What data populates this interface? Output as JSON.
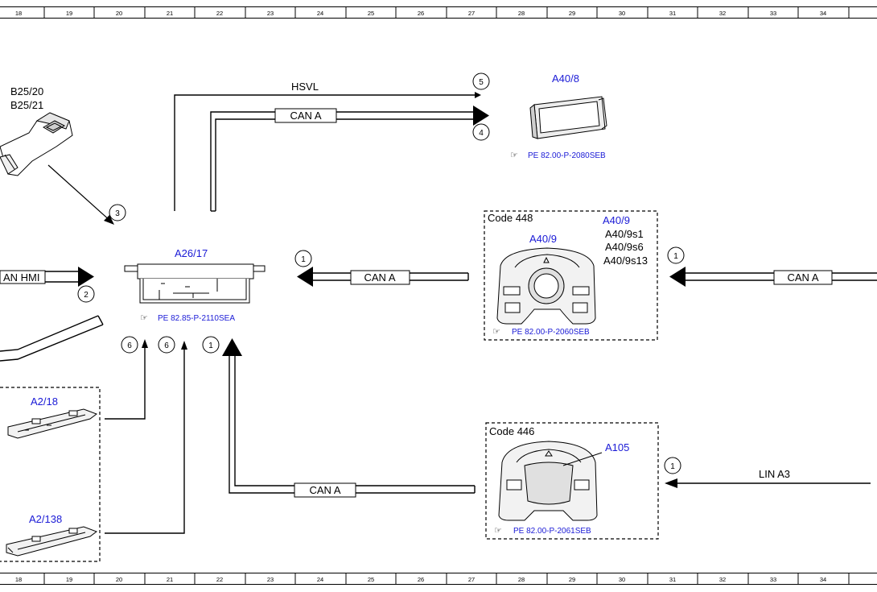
{
  "ruler": {
    "top": [
      "18",
      "19",
      "20",
      "21",
      "22",
      "23",
      "24",
      "25",
      "26",
      "27",
      "28",
      "29",
      "30",
      "31",
      "32",
      "33",
      "34"
    ],
    "bottom": [
      "18",
      "19",
      "20",
      "21",
      "22",
      "23",
      "24",
      "25",
      "26",
      "27",
      "28",
      "29",
      "30",
      "31",
      "32",
      "33",
      "34"
    ]
  },
  "components": {
    "b25": {
      "line1": "B25/20",
      "line2": "B25/21"
    },
    "a40_8": {
      "id": "A40/8",
      "ref": "PE 82.00-P-2080SEB"
    },
    "a26_17": {
      "id": "A26/17",
      "ref": "PE 82.85-P-2110SEA"
    },
    "code448": {
      "code": "Code 448",
      "group": "A40/9",
      "item1": "A40/9s1",
      "item2": "A40/9s6",
      "item3": "A40/9s13",
      "device": "A40/9",
      "ref": "PE 82.00-P-2060SEB"
    },
    "code446": {
      "code": "Code 446",
      "device": "A105",
      "ref": "PE 82.00-P-2061SEB"
    },
    "a2_18": {
      "id": "A2/18"
    },
    "a2_138": {
      "id": "A2/138"
    }
  },
  "connections": {
    "hsvl": "HSVL",
    "can_a_top": "CAN A",
    "can_a_mid": "CAN A",
    "can_a_right": "CAN A",
    "can_a_bottom": "CAN A",
    "can_hmi": "AN HMI",
    "lin_a3": "LIN A3"
  },
  "markers": {
    "m5": "5",
    "m4": "4",
    "m3": "3",
    "m2": "2",
    "m1_mid": "1",
    "m1_right": "1",
    "m6a": "6",
    "m6b": "6",
    "m1_low": "1",
    "m1_lin": "1"
  },
  "colors": {
    "accent_blue": "#1a1ad6",
    "line": "#000000"
  }
}
